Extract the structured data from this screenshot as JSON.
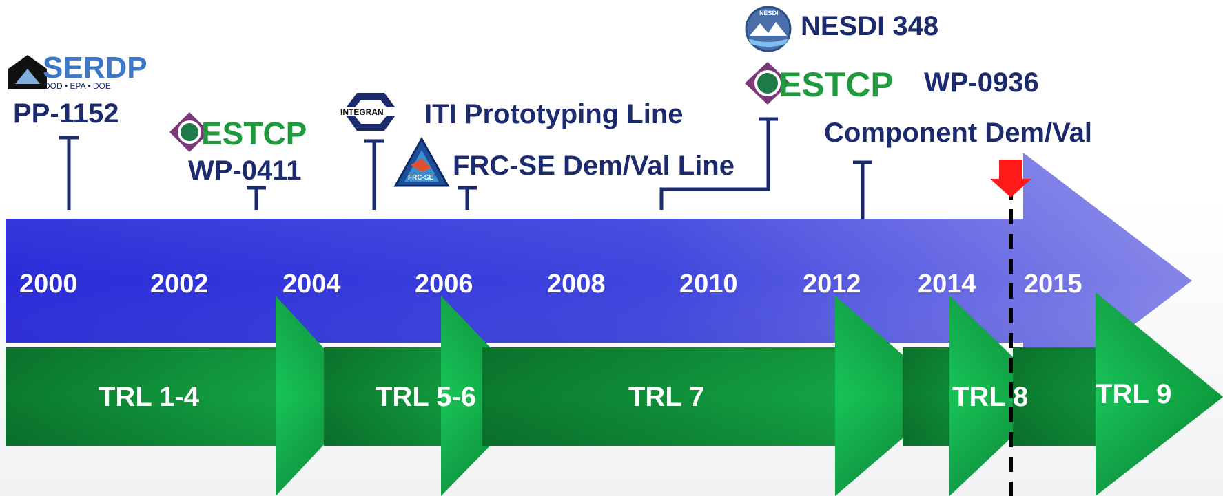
{
  "timeline": {
    "years": [
      "2000",
      "2002",
      "2004",
      "2006",
      "2008",
      "2010",
      "2012",
      "2014",
      "2015"
    ]
  },
  "trl_phases": [
    "TRL 1-4",
    "TRL 5-6",
    "TRL 7",
    "TRL 8",
    "TRL 9"
  ],
  "milestones": {
    "serdp": {
      "logo_text": "SERDP",
      "logo_subtext": "DOD • EPA • DOE",
      "label": "PP-1152"
    },
    "estcp_a": {
      "logo_text": "ESTCP",
      "label": "WP-0411"
    },
    "integran": {
      "logo_text": "INTEGRAN",
      "label": "ITI Prototyping Line"
    },
    "frcse": {
      "logo_text": "FRC-SE",
      "label": "FRC-SE Dem/Val Line"
    },
    "nesdi": {
      "logo_text": "NESDI",
      "label": "NESDI 348"
    },
    "estcp_b": {
      "logo_text": "ESTCP",
      "label": "WP-0936"
    },
    "component": {
      "label": "Component Dem/Val"
    }
  },
  "colors": {
    "timeline_arrow_start": "#2b2fd6",
    "timeline_arrow_end": "#7a7ae6",
    "trl_arrow": "#12b24a",
    "trl_arrow_dark": "#0b7a2e",
    "label_text": "#1c2a6e",
    "today_marker": "#ff1a1a",
    "estcp_green": "#1f9a3c",
    "serdp_blue": "#3c78c8"
  }
}
